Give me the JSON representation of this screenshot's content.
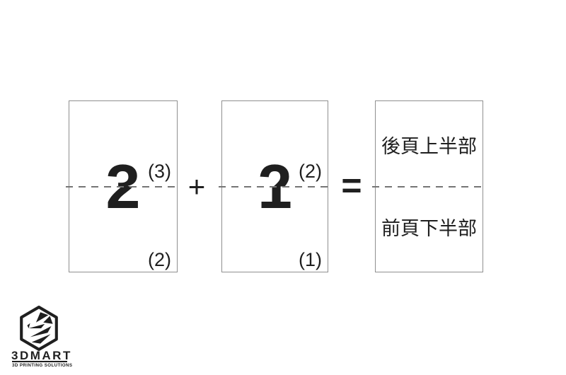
{
  "colors": {
    "background": "#ffffff",
    "ink": "#1f1f1f",
    "card_border": "#8f8f8f",
    "fold_dash": "#757575"
  },
  "diagram": {
    "cards": [
      {
        "role": "sheet-back-side",
        "top_half_digit": "3",
        "bottom_half_digit": "2",
        "top_label": "(3)",
        "bottom_label": "(2)"
      },
      {
        "role": "sheet-front-side",
        "top_half_digit": "2",
        "bottom_half_digit": "1",
        "top_label": "(2)",
        "bottom_label": "(1)"
      },
      {
        "role": "legend",
        "upper_text": "後頁上半部",
        "lower_text": "前頁下半部"
      }
    ],
    "operators": {
      "plus": "+",
      "equals": "="
    }
  },
  "logo": {
    "name": "3DMART",
    "tagline": "3D PRINTING SOLUTIONS"
  }
}
